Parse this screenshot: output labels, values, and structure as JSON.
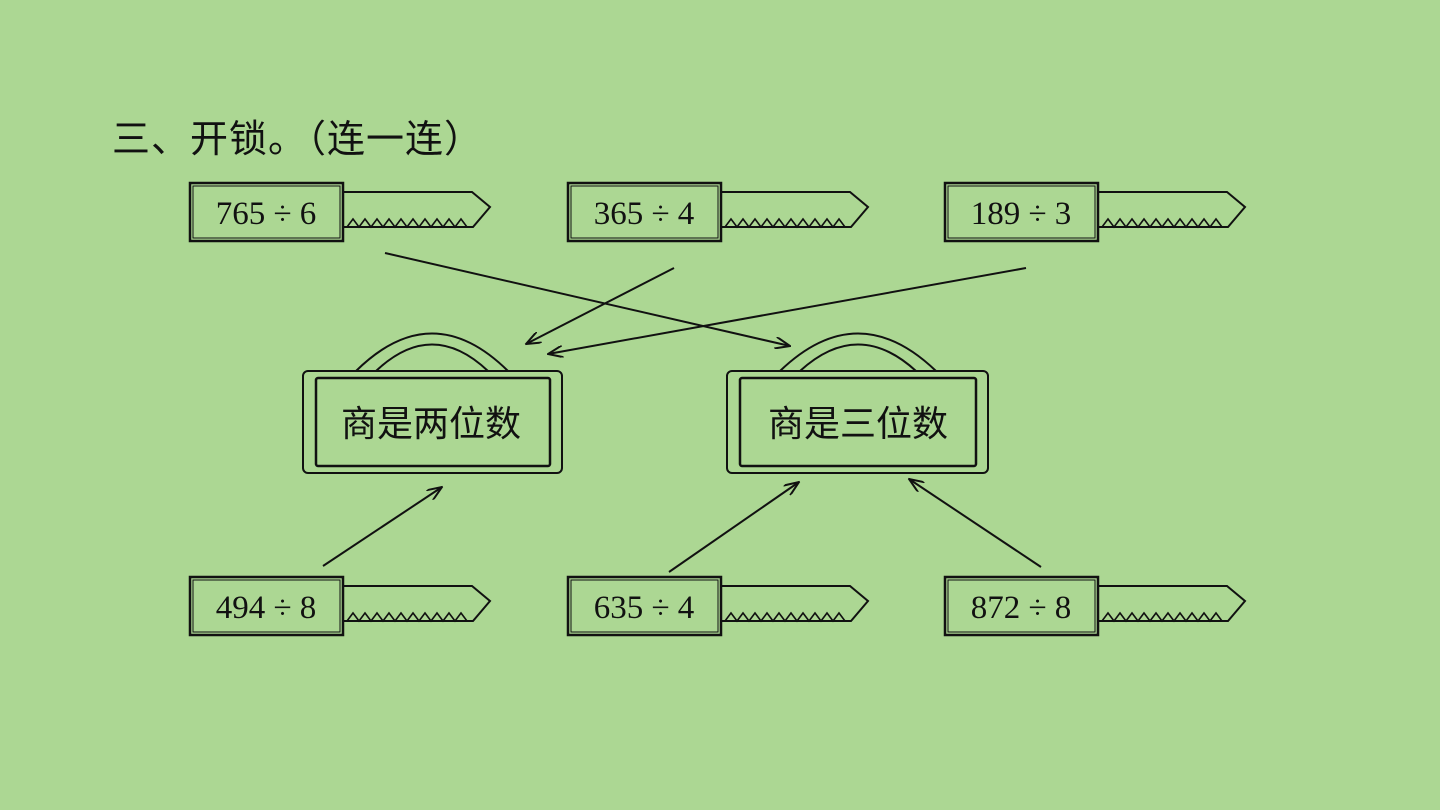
{
  "title": "三、开锁。（连一连）",
  "keys_top": [
    {
      "label": "765 ÷ 6"
    },
    {
      "label": "365 ÷ 4"
    },
    {
      "label": "189 ÷ 3"
    }
  ],
  "keys_bottom": [
    {
      "label": "494 ÷ 8"
    },
    {
      "label": "635 ÷ 4"
    },
    {
      "label": "872 ÷ 8"
    }
  ],
  "locks": [
    {
      "label": "商是两位数"
    },
    {
      "label": "商是三位数"
    }
  ],
  "connections": [
    {
      "from": "765 ÷ 6",
      "to": "商是三位数"
    },
    {
      "from": "365 ÷ 4",
      "to": "商是两位数"
    },
    {
      "from": "189 ÷ 3",
      "to": "商是两位数"
    },
    {
      "from": "494 ÷ 8",
      "to": "商是两位数"
    },
    {
      "from": "635 ÷ 4",
      "to": "商是三位数"
    },
    {
      "from": "872 ÷ 8",
      "to": "商是三位数"
    }
  ]
}
